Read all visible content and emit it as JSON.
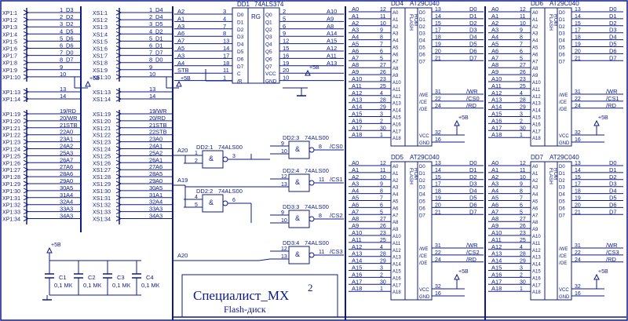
{
  "colors": {
    "wire": "#0c1a8a",
    "label": "#c01010",
    "background": "#ffffff"
  },
  "connectors": {
    "xp_labels": [
      "XP1:1",
      "XP1:2",
      "XP1:3",
      "XP1:4",
      "XP1:5",
      "XP1:6",
      "XP1:7",
      "XP1:8",
      "XP1:9",
      "XP1:10",
      "XP1:13",
      "XP1:14",
      "XP1:19",
      "XP1:20",
      "XP1:21",
      "XP1:22",
      "XP1:23",
      "XP1:24",
      "XP1:25",
      "XP1:26",
      "XP1:27",
      "XP1:28",
      "XP1:29",
      "XP1:30",
      "XP1:31",
      "XP1:32",
      "XP1:33",
      "XP1:34"
    ],
    "xs_labels": [
      "XS1:1",
      "XS1:2",
      "XS1:3",
      "XS1:4",
      "XS1:5",
      "XS1:6",
      "XS1:7",
      "XS1:8",
      "XS1:9",
      "XS1:10",
      "XS1:13",
      "XS1:14",
      "XS1:19",
      "XS1:20",
      "XS1:21",
      "XS1:22",
      "XS1:23",
      "XS1:24",
      "XS1:25",
      "XS1:26",
      "XS1:27",
      "XS1:28",
      "XS1:29",
      "XS1:30",
      "XS1:31",
      "XS1:32",
      "XS1:33",
      "XS1:34"
    ],
    "xp_signals": [
      "1 D3",
      "2 D2",
      "3 D2",
      "4 D5",
      "5 D6",
      "6 D6",
      "7 D0",
      "8 D7",
      "9",
      "10",
      "13",
      "14",
      "19 /RD",
      "20 /WR",
      "21 STB",
      "22 A0",
      "23 A1",
      "24 A2",
      "25 A3",
      "26 A7",
      "27 A6",
      "28 A6",
      "29 A0",
      "30 A5",
      "31 A4",
      "32 A4",
      "33 A3",
      "34 A3"
    ],
    "xs_signals": [
      "1 D4",
      "2 D4",
      "3 D5",
      "4 D2",
      "5 D1",
      "6 D1",
      "7 D7",
      "8 D0",
      "9",
      "10",
      "13",
      "14",
      "19 /WR",
      "20 /RD",
      "21 STB",
      "22 STB",
      "23 A0",
      "24 A1",
      "25 A2",
      "26 A1",
      "27 A6",
      "28 A5",
      "29 A0",
      "30 A5",
      "31 A1",
      "32 A4",
      "33 A3",
      "34 A3"
    ],
    "plus5": "+5В"
  },
  "register": {
    "ref": "DD1",
    "part": "74ALS374",
    "type_label": "RG",
    "left_pins": [
      "D0",
      "D1",
      "D2",
      "D3",
      "D4",
      "D5",
      "D6",
      "D7",
      "C",
      "/R"
    ],
    "right_pins": [
      "Q0",
      "Q1",
      "Q2",
      "Q3",
      "Q4",
      "Q5",
      "Q6",
      "Q7",
      "VCC",
      "GND"
    ],
    "in_nums": [
      "3",
      "4",
      "7",
      "8",
      "13",
      "14",
      "17",
      "18",
      "11",
      "1"
    ],
    "out_nums": [
      "2",
      "5",
      "6",
      "9",
      "12",
      "15",
      "16",
      "19",
      "20",
      "10"
    ],
    "in_signals": [
      "A2",
      "A1",
      "A3",
      "A6",
      "A7",
      "A5",
      "A3",
      "A4",
      "STB"
    ],
    "out_signals": [
      "A10",
      "A9",
      "A8",
      "A14",
      "A15",
      "A12",
      "A11",
      "A13"
    ],
    "plus5": "+5В"
  },
  "gates": {
    "g1": {
      "ref": "DD2:1",
      "part": "74ALS00",
      "in": [
        "1",
        "2"
      ],
      "out": "3"
    },
    "g2": {
      "ref": "DD2:2",
      "part": "74ALS00",
      "in": [
        "4",
        "5"
      ],
      "out": "6"
    },
    "g3": {
      "ref": "DD2:3",
      "part": "74ALS00",
      "in": [
        "9",
        "10"
      ],
      "out": "8",
      "sig": "/CS0"
    },
    "g4": {
      "ref": "DD2:4",
      "part": "74ALS00",
      "in": [
        "12",
        "13"
      ],
      "out": "11",
      "sig": "/CS1"
    },
    "g5": {
      "ref": "DD3:3",
      "part": "74ALS00",
      "in": [
        "9",
        "10"
      ],
      "out": "8",
      "sig": "/CS2"
    },
    "g6": {
      "ref": "DD3:4",
      "part": "74ALS00",
      "in": [
        "12",
        "13"
      ],
      "out": "11",
      "sig": "/CS3"
    },
    "inputs": [
      "A20",
      "A19",
      "A20"
    ]
  },
  "flash": {
    "chips": [
      {
        "ref": "DD4",
        "part": "AT29C040",
        "cs": "/CS0"
      },
      {
        "ref": "DD6",
        "part": "AT29C040",
        "cs": "/CS1"
      },
      {
        "ref": "DD5",
        "part": "AT29C040",
        "cs": "/CS2"
      },
      {
        "ref": "DD7",
        "part": "AT29C040",
        "cs": "/CS3"
      }
    ],
    "tag1": "FLASH",
    "tag2": "ROM",
    "addr_pins": [
      "A0",
      "A1",
      "A2",
      "A3",
      "A4",
      "A5",
      "A6",
      "A7",
      "A8",
      "A9",
      "A10",
      "A11",
      "A12",
      "A13",
      "A14",
      "A15",
      "A16",
      "A17",
      "A18"
    ],
    "addr_nums": [
      "12",
      "11",
      "10",
      "9",
      "8",
      "7",
      "6",
      "5",
      "27",
      "26",
      "23",
      "25",
      "4",
      "28",
      "29",
      "3",
      "2",
      "30",
      "1"
    ],
    "data_pins": [
      "D0",
      "D1",
      "D2",
      "D3",
      "D4",
      "D5",
      "D6",
      "D7"
    ],
    "data_nums": [
      "13",
      "14",
      "15",
      "17",
      "18",
      "19",
      "20",
      "21"
    ],
    "ctrl_pins": [
      "/WE",
      "/CE",
      "/OE"
    ],
    "ctrl_nums": [
      "31",
      "22",
      "24"
    ],
    "ctrl_signals": [
      "/WR",
      "/CS",
      "/RD"
    ],
    "pwr_pins": [
      "VCC",
      "GND"
    ],
    "pwr_nums": [
      "32",
      "16"
    ],
    "plus5": "+5В"
  },
  "caps": {
    "refs": [
      "C1",
      "C2",
      "C3",
      "C4"
    ],
    "values": [
      "0,1 МК",
      "0,1 МК",
      "0,1 МК",
      "0,1 МК"
    ],
    "plus5": "+5В"
  },
  "title": {
    "main": "Специалист_МХ",
    "sup": "2",
    "sub": "Flash-диск"
  }
}
